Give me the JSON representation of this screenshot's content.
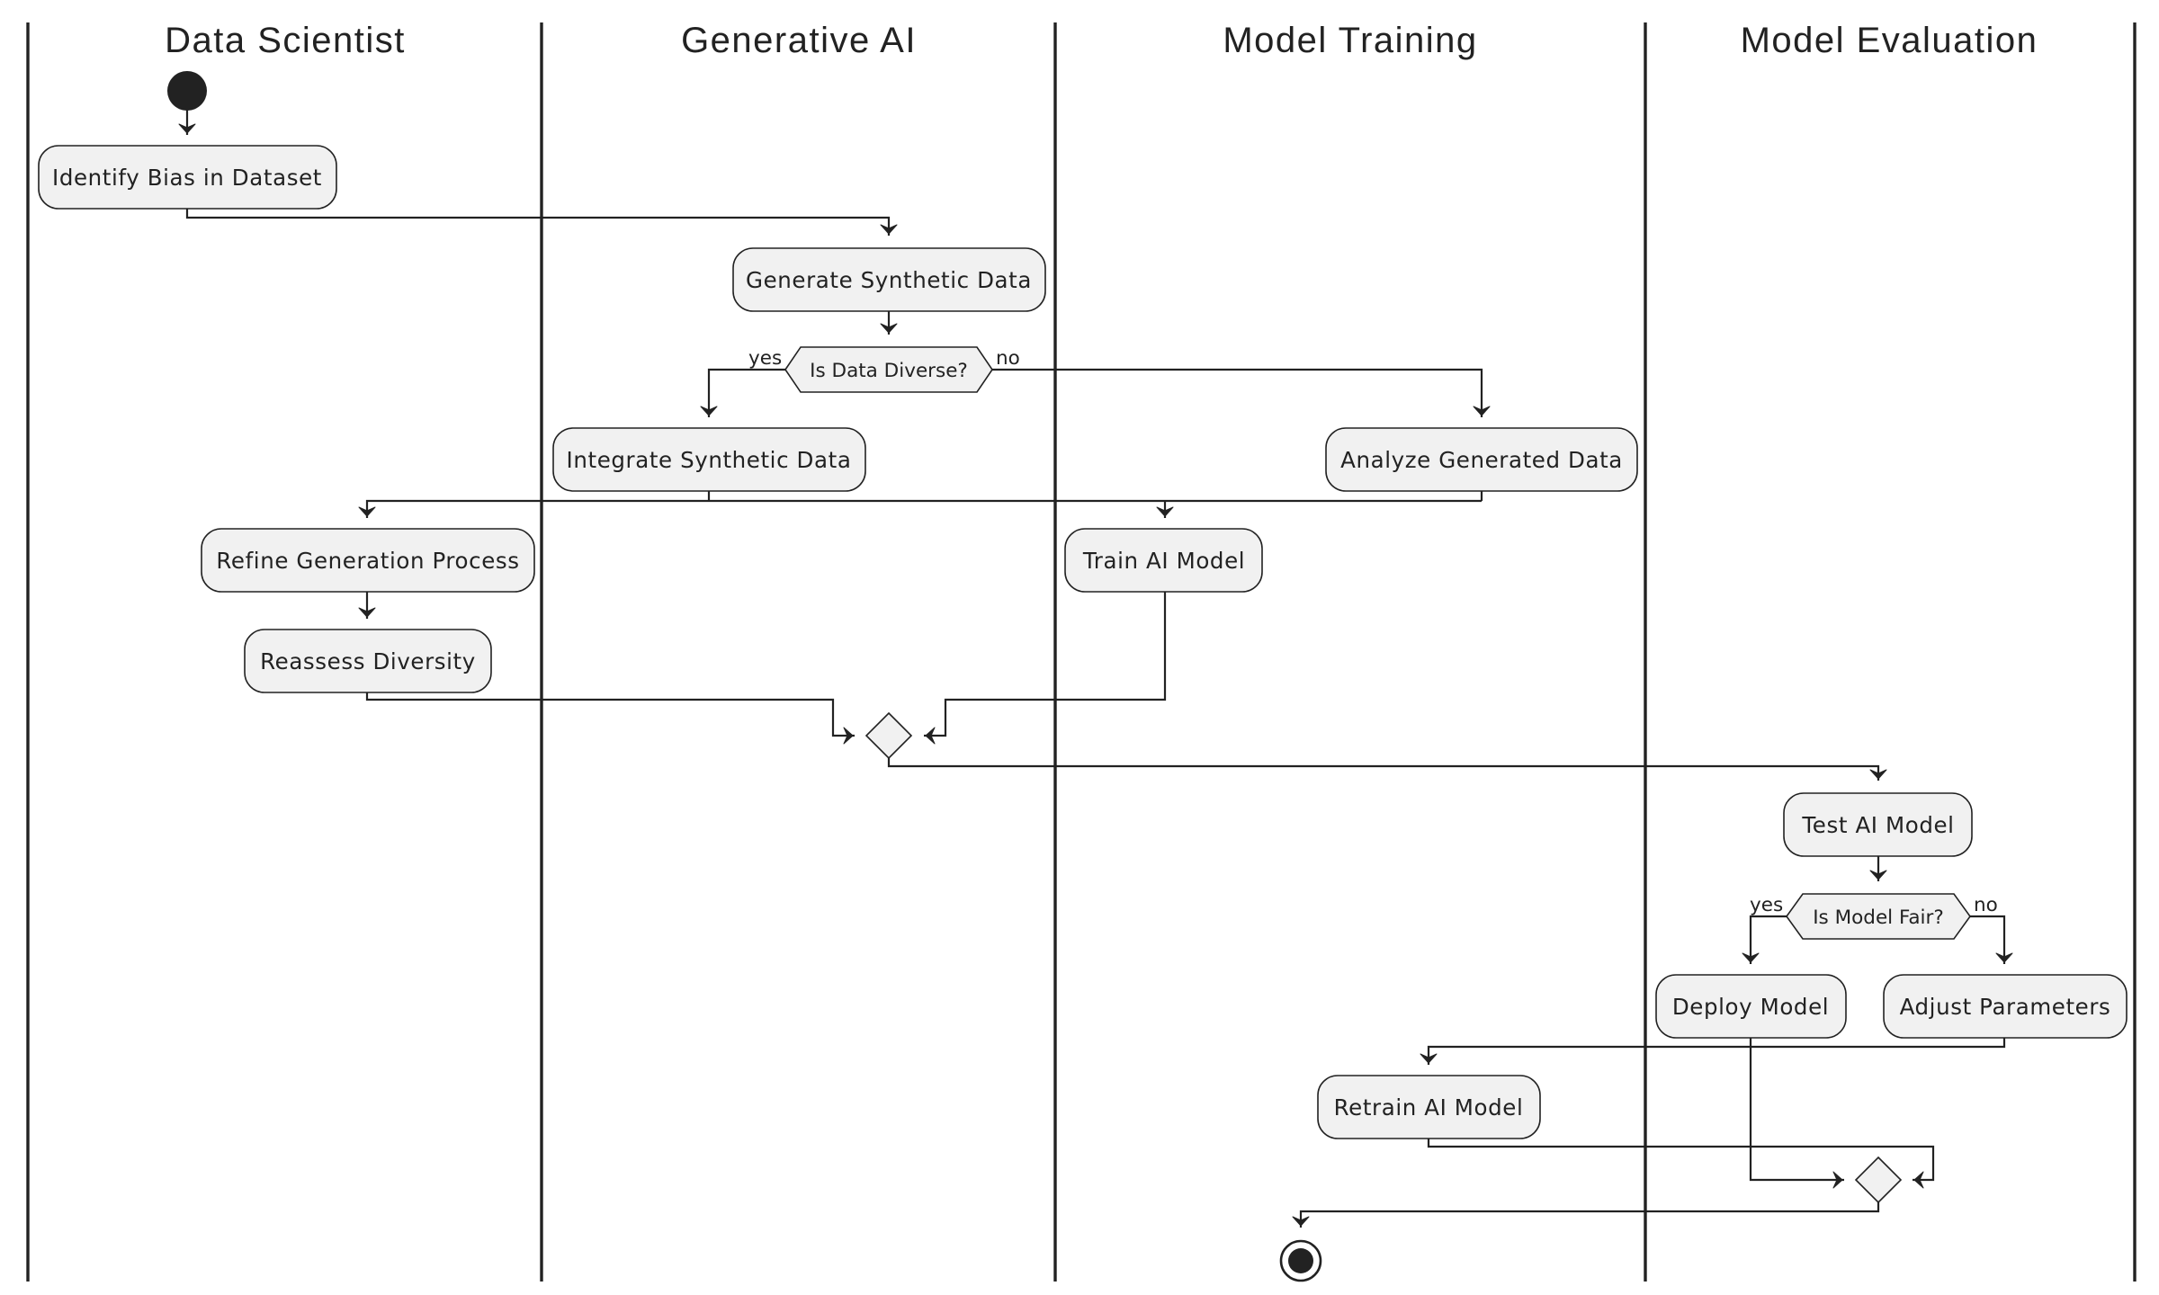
{
  "swimlanes": [
    "Data Scientist",
    "Generative AI",
    "Model Training",
    "Model Evaluation"
  ],
  "activities": {
    "identify_bias": "Identify Bias in Dataset",
    "generate_synthetic": "Generate Synthetic Data",
    "integrate_synthetic": "Integrate Synthetic Data",
    "analyze_generated": "Analyze Generated Data",
    "refine_generation": "Refine Generation Process",
    "train_model": "Train AI Model",
    "reassess_diversity": "Reassess Diversity",
    "test_model": "Test AI Model",
    "deploy_model": "Deploy Model",
    "adjust_parameters": "Adjust Parameters",
    "retrain_model": "Retrain AI Model"
  },
  "decisions": {
    "data_diverse": {
      "label": "Is Data Diverse?",
      "yes": "yes",
      "no": "no"
    },
    "model_fair": {
      "label": "Is Model Fair?",
      "yes": "yes",
      "no": "no"
    }
  },
  "colors": {
    "node_fill": "#f1f1f1",
    "stroke": "#222222",
    "start_end": "#222222"
  }
}
